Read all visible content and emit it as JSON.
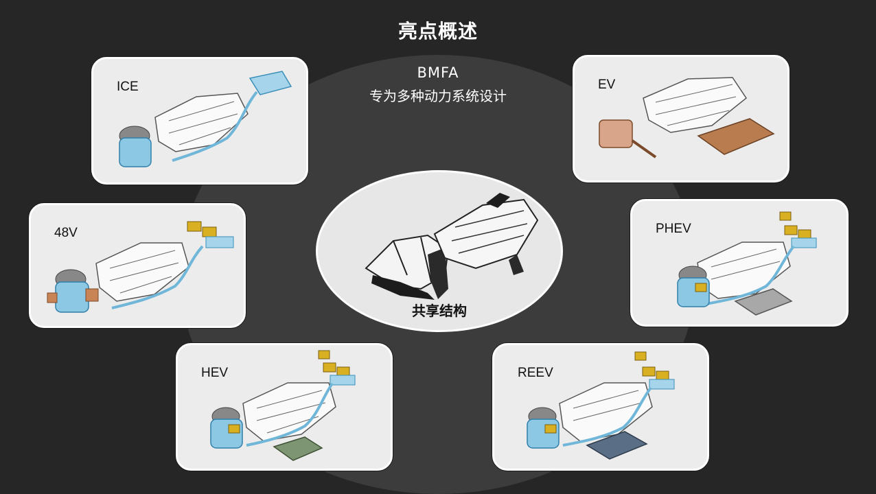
{
  "header": {
    "title": "亮点概述",
    "subtitle_line1": "BMFA",
    "subtitle_line2": "专为多种动力系统设计"
  },
  "center": {
    "label": "共享结构"
  },
  "cards": {
    "ice": {
      "label": "ICE"
    },
    "v48": {
      "label": "48V"
    },
    "hev": {
      "label": "HEV"
    },
    "ev": {
      "label": "EV"
    },
    "phev": {
      "label": "PHEV"
    },
    "reev": {
      "label": "REEV"
    }
  },
  "colors": {
    "background": "#262626",
    "ellipse": "#3c3c3c",
    "card_bg": "#ececec",
    "engine_blue": "#8cc7e3",
    "battery_yellow": "#d9b021",
    "motor_orange": "#c98456",
    "ev_battery_brown": "#b97c4e",
    "hev_battery_green": "#7e9574",
    "reev_battery_blue": "#5a6e86",
    "phev_battery_grey": "#a8a8a8"
  }
}
